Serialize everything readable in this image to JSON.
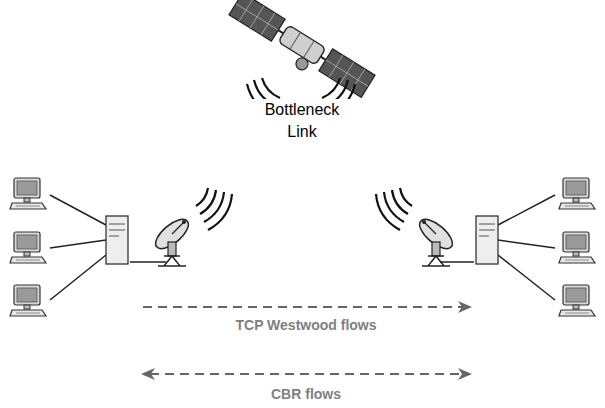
{
  "diagram": {
    "labels": [
      "Bottleneck Link",
      "TCP Westwood flows",
      "CBR flows"
    ]
  }
}
